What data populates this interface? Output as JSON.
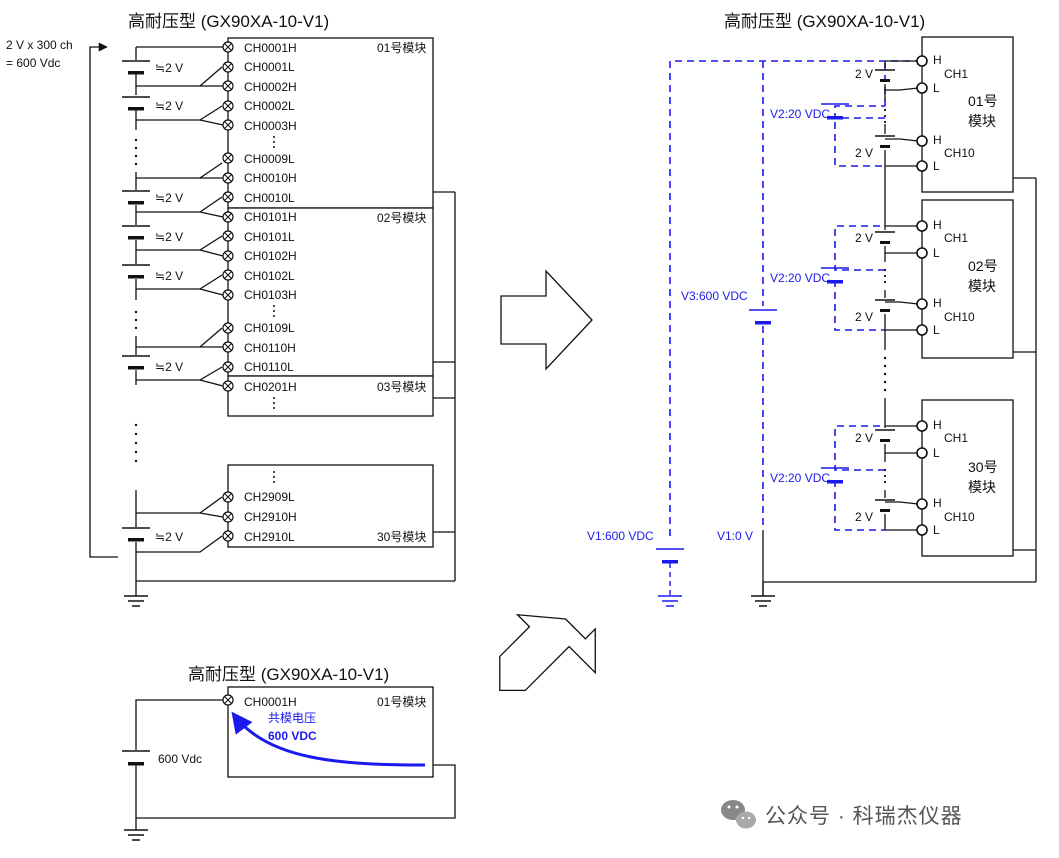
{
  "left_panel": {
    "title": "高耐压型 (GX90XA-10-V1)",
    "note_line1": "2 V x 300 ch",
    "note_line2": "= 600 Vdc",
    "battery_label": "≒2 V",
    "module1": {
      "label": "01号模块",
      "channels": [
        "CH0001H",
        "CH0001L",
        "CH0002H",
        "CH0002L",
        "CH0003H",
        "CH0009L",
        "CH0010H",
        "CH0010L"
      ]
    },
    "module2": {
      "label": "02号模块",
      "channels": [
        "CH0101H",
        "CH0101L",
        "CH0102H",
        "CH0102L",
        "CH0103H",
        "CH0109L",
        "CH0110H",
        "CH0110L"
      ]
    },
    "module3": {
      "label": "03号模块",
      "channels": [
        "CH0201H"
      ]
    },
    "module30": {
      "label": "30号模块",
      "channels": [
        "CH2909L",
        "CH2910H",
        "CH2910L"
      ]
    }
  },
  "right_panel": {
    "title": "高耐压型 (GX90XA-10-V1)",
    "v1_label": "V1:600 VDC",
    "v1_0_label": "V1:0 V",
    "v3_label": "V3:600 VDC",
    "v2_label": "V2:20 VDC",
    "cell_label": "2 V",
    "terminal_h": "H",
    "terminal_l": "L",
    "ch1": "CH1",
    "ch10": "CH10",
    "modules": [
      {
        "line1": "01号",
        "line2": "模块"
      },
      {
        "line1": "02号",
        "line2": "模块"
      },
      {
        "line1": "30号",
        "line2": "模块"
      }
    ]
  },
  "bottom_panel": {
    "title": "高耐压型 (GX90XA-10-V1)",
    "channel": "CH0001H",
    "module_label": "01号模块",
    "source_label": "600 Vdc",
    "common_mode_line1": "共模电压",
    "common_mode_line2": "600 VDC"
  },
  "watermark": {
    "text": "公众号 · 科瑞杰仪器"
  },
  "colors": {
    "line": "#111111",
    "accent_blue": "#1a1aee"
  }
}
